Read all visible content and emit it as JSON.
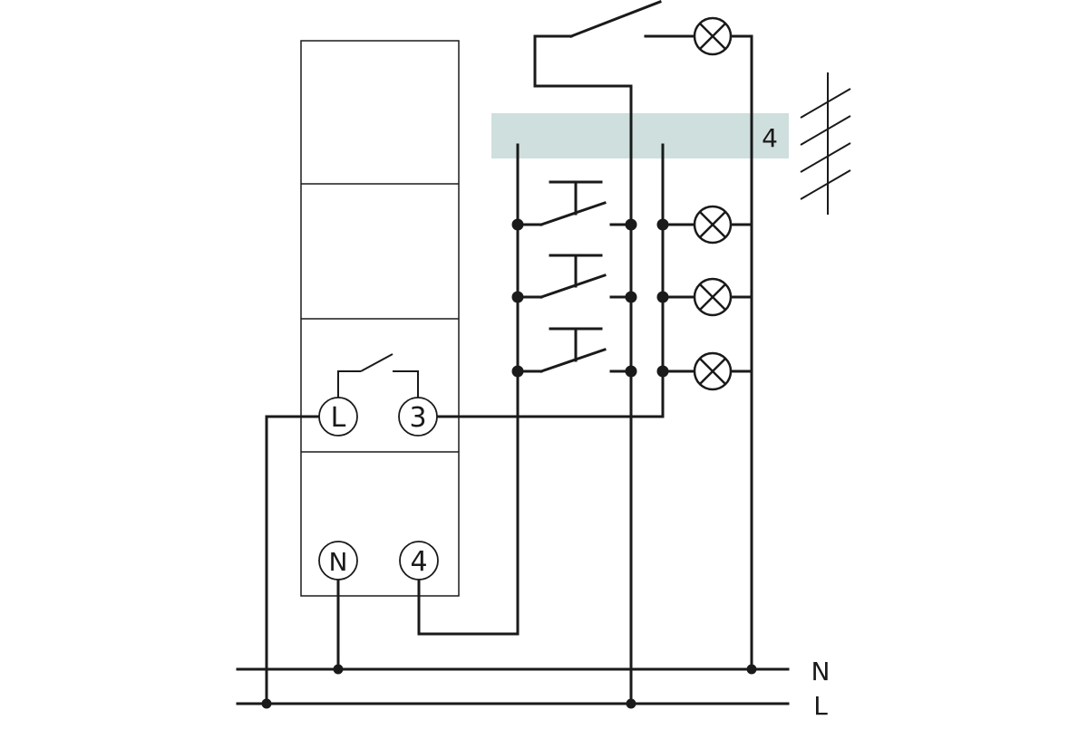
{
  "diagram": {
    "device_terminals": {
      "top_left": "L",
      "top_right": "3",
      "bottom_left": "N",
      "bottom_right": "4"
    },
    "bus_labels": {
      "neutral": "N",
      "line": "L"
    },
    "conductor_count_label": "4",
    "colors": {
      "line": "#1a1a1a",
      "band": "#cfdfdd",
      "background": "#ffffff"
    }
  }
}
